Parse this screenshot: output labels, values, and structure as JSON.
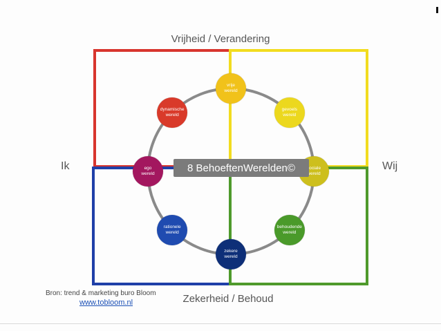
{
  "diagram": {
    "axis_top": "Vrijheid / Verandering",
    "axis_bottom": "Zekerheid / Behoud",
    "axis_left": "Ik",
    "axis_right": "Wij",
    "center_title": "8 BehoeftenWerelden©",
    "quadrant_colors": {
      "top_left": "#d8352e",
      "top_right": "#f2dc1f",
      "bottom_left": "#1f3fa8",
      "bottom_right": "#4f9a2c"
    },
    "ring_color": "#8a8a8a",
    "nodes": [
      {
        "id": "vrije",
        "line1": "vrije",
        "line2": "wereld",
        "color": "#f1c21a"
      },
      {
        "id": "gevoels",
        "line1": "gevoels",
        "line2": "wereld",
        "color": "#ecd81e"
      },
      {
        "id": "sociale",
        "line1": "sociale",
        "line2": "wereld",
        "color": "#cdbf1d"
      },
      {
        "id": "behoudende",
        "line1": "behoudende",
        "line2": "wereld",
        "color": "#4a9a2a"
      },
      {
        "id": "zekere",
        "line1": "zekere",
        "line2": "wereld",
        "color": "#0e2f78"
      },
      {
        "id": "rationele",
        "line1": "rationele",
        "line2": "wereld",
        "color": "#1f4bb0"
      },
      {
        "id": "ego",
        "line1": "ego",
        "line2": "wereld",
        "color": "#a3175f"
      },
      {
        "id": "dynamische",
        "line1": "dynamische",
        "line2": "wereld",
        "color": "#d93a2a"
      }
    ]
  },
  "source": {
    "text": "Bron: trend & marketing buro Bloom",
    "link": "www.tobloom.nl"
  }
}
